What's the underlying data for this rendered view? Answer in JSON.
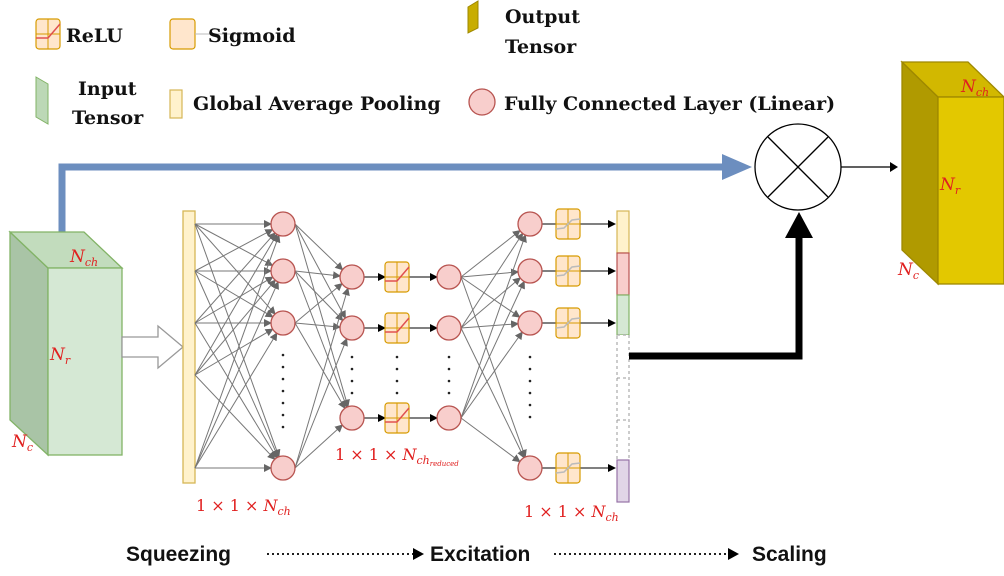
{
  "legend": {
    "relu": "ReLU",
    "sigmoid": "Sigmoid",
    "output_tensor_line1": "Output",
    "output_tensor_line2": "Tensor",
    "input_tensor_line1": "Input",
    "input_tensor_line2": "Tensor",
    "gap": "Global Average Pooling",
    "fc": "Fully Connected Layer (Linear)"
  },
  "input_tensor": {
    "label_ch": "N",
    "label_ch_sub": "ch",
    "label_r": "N",
    "label_r_sub": "r",
    "label_c": "N",
    "label_c_sub": "c"
  },
  "output_tensor": {
    "label_ch": "N",
    "label_ch_sub": "ch",
    "label_r": "N",
    "label_r_sub": "r",
    "label_c": "N",
    "label_c_sub": "c"
  },
  "dims": {
    "squeeze_prefix": "1 × 1 × ",
    "squeeze_var": "N",
    "squeeze_sub": "ch",
    "reduced_prefix": "1 × 1 × ",
    "reduced_var": "N",
    "reduced_sub": "ch",
    "reduced_subsub": "reduced",
    "scale_prefix": "1 × 1 × ",
    "scale_var": "N",
    "scale_sub": "ch"
  },
  "stages": {
    "squeeze": "Squeezing",
    "excitation": "Excitation",
    "scaling": "Scaling"
  },
  "colors": {
    "input_front": "#d5e8d4",
    "input_side": "#a9c4a6",
    "input_stroke": "#82b366",
    "output_front": "#e3c800",
    "output_side": "#b09a00",
    "output_stroke": "#b09500",
    "gap_fill": "#fff2cc",
    "gap_stroke": "#d6b656",
    "fc_fill": "#f8cecc",
    "fc_stroke": "#b85450",
    "act_fill": "#ffe6cc",
    "act_stroke": "#d79b00",
    "skip_arrow": "#6c8ebf",
    "label_red": "#e0201f"
  }
}
